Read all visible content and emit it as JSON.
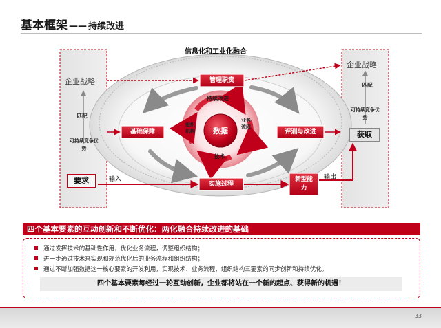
{
  "slide": {
    "title": "基本框架",
    "separator": "——",
    "subtitle": "持续改进",
    "page_number": "33"
  },
  "diagram": {
    "top_label": "信息化和工业化融合",
    "left_panel": {
      "top": "企业战略",
      "match": "匹配",
      "sustain": "可持续竞争优势",
      "bottom": "要求"
    },
    "right_panel": {
      "top": "企业战略",
      "match": "匹配",
      "sustain": "可持续竞争优势",
      "bottom": "获取"
    },
    "boxes": {
      "management": "管理职责",
      "foundation": "基础保障",
      "evaluation": "评测与改进",
      "implementation": "实施过程",
      "new_capability": "新型能力"
    },
    "inner": {
      "ring_label": "持续改进",
      "center": "数据",
      "organization": "组织机构",
      "process": "业务流程",
      "technology": "技术"
    },
    "arrows": {
      "input": "输入",
      "output": "输出"
    }
  },
  "section": {
    "header": "四个基本要素的互动创新和不断优化：两化融合持续改进的基础",
    "bullets": [
      "通过发挥技术的基础性作用，优化业务流程，调整组织结构；",
      "进一步通过技术来实现和规范优化后的业务流程和组织结构；",
      "通过不断加强数据这一核心要素的开发利用，实现技术、业务流程、组织结构三要素的同步创新和持续优化。"
    ],
    "summary": "四个基本要素每经过一轮互动创新，企业都将站在一个新的起点、获得新的机遇！"
  },
  "colors": {
    "accent_red": "#c0001a",
    "panel_gray": "#e6e6e6",
    "ellipse_gray": "#c9c9c9"
  }
}
